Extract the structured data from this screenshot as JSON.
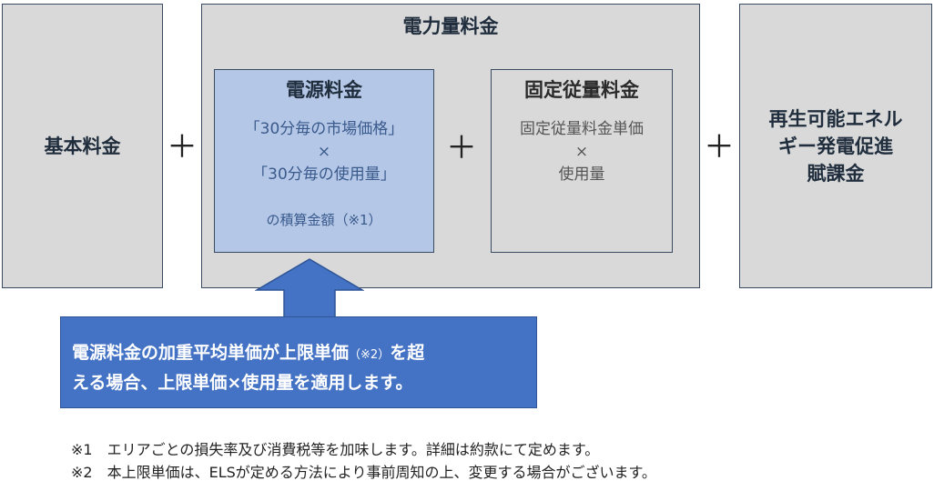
{
  "boxes": {
    "base_fee": "基本料金",
    "energy_fee": {
      "title": "電力量料金",
      "power_source": {
        "title": "電源料金",
        "line1": "「30分毎の市場価格」",
        "times": "×",
        "line2": "「30分毎の使用量」",
        "line3": "の積算金額（※1）"
      },
      "fixed": {
        "title": "固定従量料金",
        "line1": "固定従量料金単価",
        "times": "×",
        "line2": "使用量"
      }
    },
    "renewable_levy": {
      "line1": "再生可能エネル",
      "line2": "ギー発電促進",
      "line3": "賦課金"
    }
  },
  "operators": {
    "plus": "＋"
  },
  "callout": {
    "line1_a": "電源料金の加重平均単価が上限単価",
    "line1_small": "（※2）",
    "line1_b": "を超",
    "line2": "える場合、上限単価×使用量を適用します。"
  },
  "notes": [
    "※1　エリアごとの損失率及び消費税等を加味します。詳細は約款にて定めます。",
    "※2　本上限単価は、ELSが定める方法により事前周知の上、変更する場合がございます。"
  ],
  "colors": {
    "gray_box": "#d9d9d9",
    "blue_box": "#b4c7e7",
    "callout": "#4472c4",
    "border": "#3b4a63"
  }
}
